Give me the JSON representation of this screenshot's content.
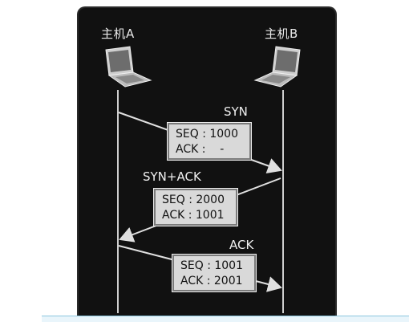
{
  "hosts": {
    "a_label": "主机A",
    "b_label": "主机B"
  },
  "messages": {
    "syn": {
      "title": "SYN",
      "seq": "SEQ : 1000",
      "ack": "ACK :    -"
    },
    "synack": {
      "title": "SYN+ACK",
      "seq": "SEQ : 2000",
      "ack": "ACK : 1001"
    },
    "ack": {
      "title": "ACK",
      "seq": "SEQ : 1001",
      "ack": "ACK : 2001"
    }
  },
  "colors": {
    "panel": "#111111",
    "line": "#cfcfcf",
    "box": "#d9d9d9"
  },
  "icons": [
    "laptop-icon",
    "laptop-icon"
  ]
}
